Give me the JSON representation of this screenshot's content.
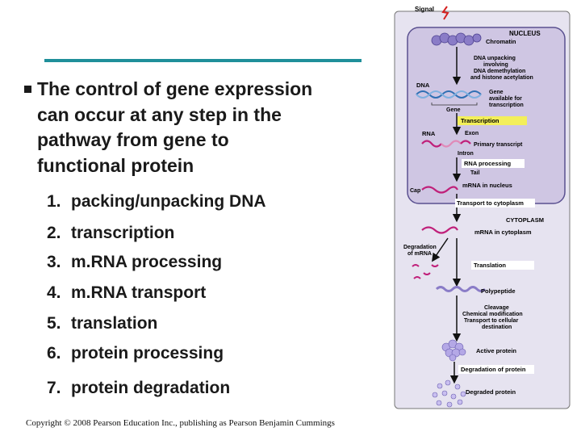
{
  "slide": {
    "main_lines": [
      "The control of gene expression",
      "can occur at any step in the",
      "pathway from gene to",
      "functional protein"
    ],
    "steps": [
      {
        "num": "1.",
        "text": "packing/unpacking DNA"
      },
      {
        "num": "2.",
        "text": "transcription"
      },
      {
        "num": "3.",
        "text": "m.RNA processing"
      },
      {
        "num": "4.",
        "text": "m.RNA transport"
      },
      {
        "num": "5.",
        "text": "translation"
      },
      {
        "num": "6.",
        "text": "protein processing"
      },
      {
        "num": "7.",
        "text": "protein degradation"
      }
    ],
    "copyright": "Copyright © 2008 Pearson Education Inc., publishing as Pearson Benjamin Cummings"
  },
  "figure": {
    "signal": "Signal",
    "nucleus": "NUCLEUS",
    "chromatin": "Chromatin",
    "unpacking": [
      "DNA unpacking",
      "involving",
      "DNA demethylation",
      "and histone acetylation"
    ],
    "dna": "DNA",
    "gene_available": [
      "Gene",
      "available for",
      "transcription"
    ],
    "gene": "Gene",
    "transcription": "Transcription",
    "rna": "RNA",
    "exon": "Exon",
    "primary_transcript": "Primary transcript",
    "intron": "Intron",
    "rna_processing": "RNA processing",
    "tail": "Tail",
    "mrna_nucleus": "mRNA in nucleus",
    "cap": "Cap",
    "transport": "Transport to cytoplasm",
    "cytoplasm": "CYTOPLASM",
    "mrna_cytoplasm": "mRNA in cytoplasm",
    "degradation_mrna": [
      "Degradation",
      "of mRNA"
    ],
    "translation": "Translation",
    "polypeptide": "Polypeptide",
    "processing": [
      "Cleavage",
      "Chemical modification",
      "Transport to cellular",
      "destination"
    ],
    "active_protein": "Active protein",
    "degradation_protein": "Degradation of protein",
    "degraded_protein": "Degraded protein",
    "colors": {
      "cell": "#e6e3f0",
      "nucleus": "#cfc6e3",
      "highlight": "#f3ef5a",
      "dna": "#2f6fb3",
      "rna": "#c0207a",
      "protein": "#9b8cd6",
      "arrow": "#111111"
    }
  }
}
